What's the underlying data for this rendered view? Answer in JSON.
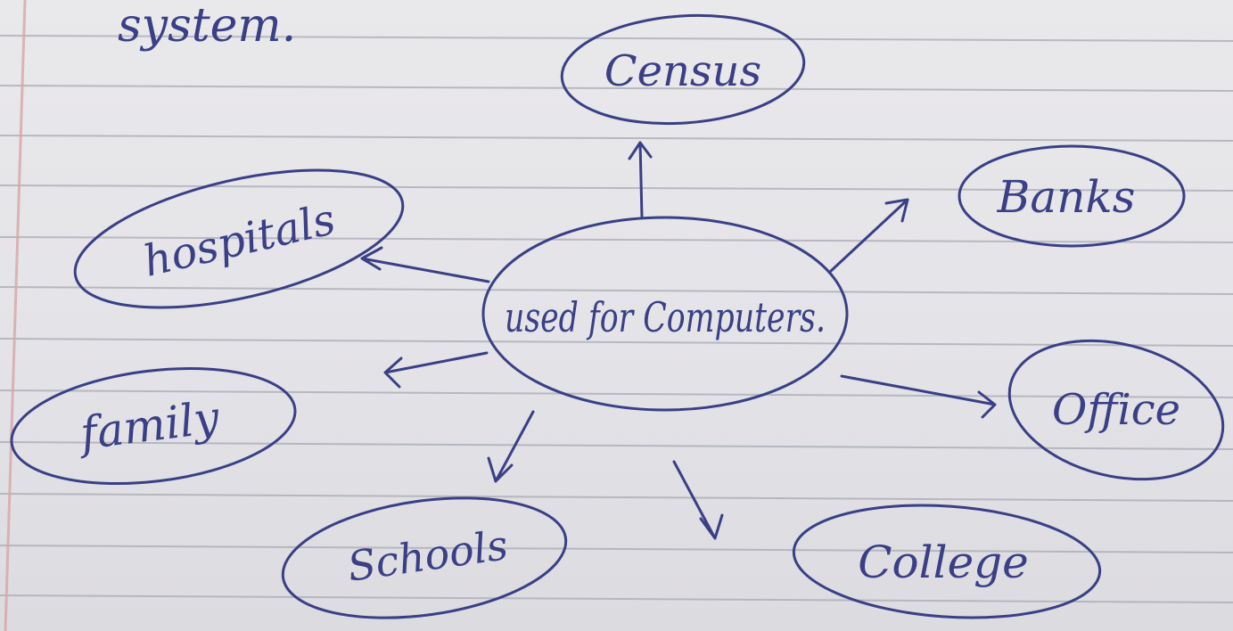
{
  "page": {
    "heading": "system.",
    "ink_color": "#3a3f86",
    "rule_color": "#a8a9b4",
    "margin_color": "#d8a6a8"
  },
  "diagram": {
    "center": "used for Computers.",
    "nodes": {
      "census": "Census",
      "banks": "Banks",
      "hospitals": "hospitals",
      "family": "family",
      "office": "Office",
      "schools": "Schools",
      "college": "College"
    }
  }
}
